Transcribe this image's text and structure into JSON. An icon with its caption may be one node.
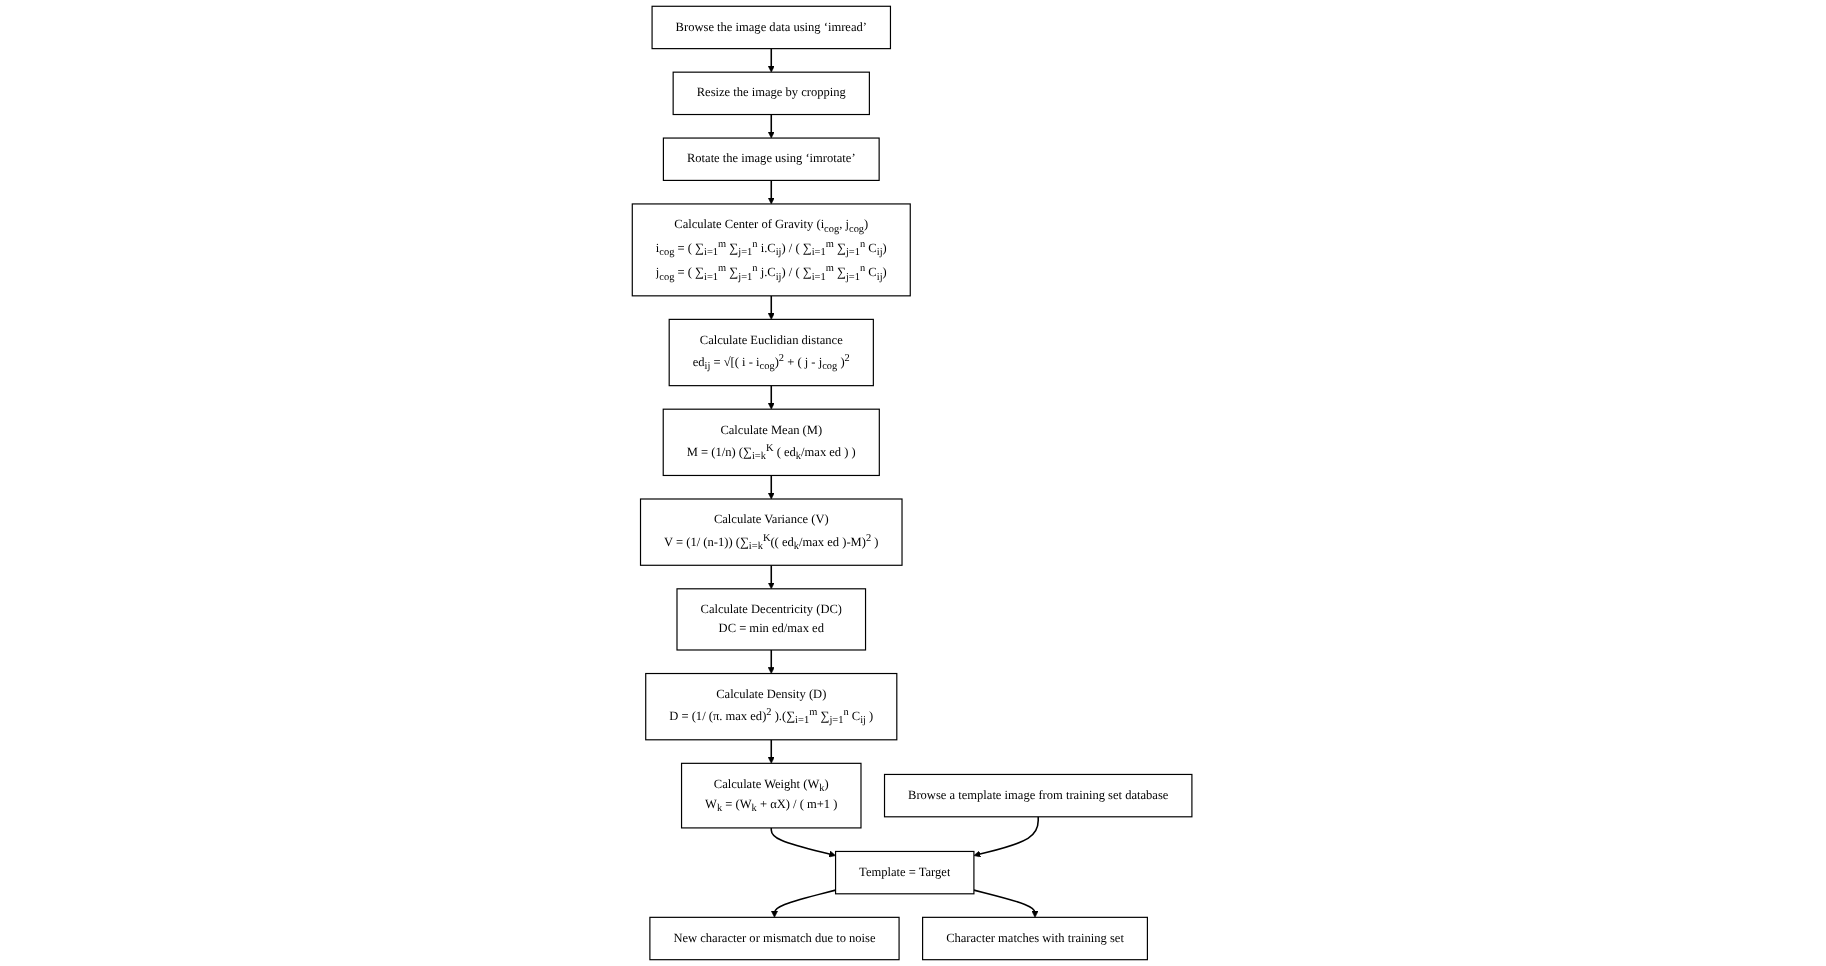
{
  "diagram": {
    "nodes": [
      {
        "text": [
          "Browse the image data using ‘imread’"
        ]
      },
      {
        "text": [
          "Resize the image by cropping"
        ]
      },
      {
        "text": [
          "Rotate the image using ‘imrotate’"
        ]
      },
      {
        "text": [
          "Calculate Center of Gravity (i$_{cog}$, j$_{cog}$)",
          "i$_{cog}$ = ( ∑$_{i=1}$$^{m}$ ∑$_{j=1}$$^{n}$ i.C$_{ij}$) / ( ∑$_{i=1}$$^{m}$ ∑$_{j=1}$$^{n}$ C$_{ij}$)",
          "j$_{cog}$ = ( ∑$_{i=1}$$^{m}$ ∑$_{j=1}$$^{n}$ j.C$_{ij}$) / ( ∑$_{i=1}$$^{m}$ ∑$_{j=1}$$^{n}$ C$_{ij}$)"
        ]
      },
      {
        "text": [
          "Calculate Euclidian distance",
          "ed$_{ij}$ = √[( i - i$_{cog}$)$^{2}$ + ( j - j$_{cog}$ )$^{2}$"
        ]
      },
      {
        "text": [
          "Calculate Mean (M)",
          "M = (1/n) (∑$_{i=k}$$^{K}$ ( ed$_{k}$/max ed ) )"
        ]
      },
      {
        "text": [
          "Calculate Variance (V)",
          "V = (1/ (n-1)) (∑$_{i=k}$$^{K}$(( ed$_{k}$/max ed )-M)$^{2}$ )"
        ]
      },
      {
        "text": [
          "Calculate Decentricity (DC)",
          "DC = min ed/max ed"
        ]
      },
      {
        "text": [
          "Calculate Density (D)",
          "D = (1/ (π. max ed)$^{2}$ ).(∑$_{i=1}$$^{m}$ ∑$_{j=1}$$^{n}$ C$_{ij}$ )"
        ]
      },
      {
        "text": [
          "Calculate Weight (W$_{k}$)",
          "W$_{k}$ = (W$_{k}$ + αX) / ( m+1 )"
        ]
      },
      {
        "text": [
          "Browse a template image from training set database"
        ]
      },
      {
        "text": [
          "Template = Target"
        ]
      },
      {
        "text": [
          "New character or mismatch due to noise"
        ]
      },
      {
        "text": [
          "Character matches with training set"
        ]
      }
    ],
    "edges": [
      {
        "from": 0,
        "to": 1,
        "arrow": "to"
      },
      {
        "from": 1,
        "to": 2,
        "arrow": "to"
      },
      {
        "from": 2,
        "to": 3,
        "arrow": "to"
      },
      {
        "from": 3,
        "to": 4,
        "arrow": "to"
      },
      {
        "from": 4,
        "to": 5,
        "arrow": "to"
      },
      {
        "from": 5,
        "to": 6,
        "arrow": "to"
      },
      {
        "from": 6,
        "to": 7,
        "arrow": "to"
      },
      {
        "from": 7,
        "to": 8,
        "arrow": "to"
      },
      {
        "from": 8,
        "to": 9,
        "arrow": "to"
      },
      {
        "from": 9,
        "to": 11,
        "arrow": "to"
      },
      {
        "from": 10,
        "to": 11,
        "arrow": "to"
      },
      {
        "from": 11,
        "to": 12,
        "arrow": "to"
      },
      {
        "from": 11,
        "to": 13,
        "arrow": "to"
      }
    ]
  }
}
